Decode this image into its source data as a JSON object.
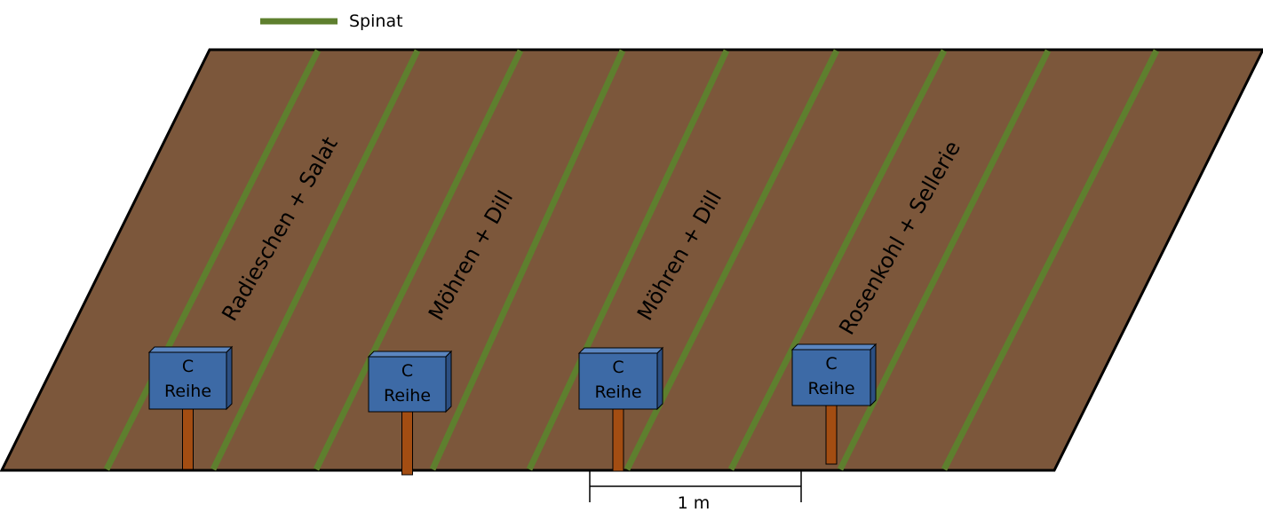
{
  "legend": {
    "label": "Spinat",
    "color": "#5e7f2e"
  },
  "bed": {
    "fill": "#7c573b",
    "stroke": "#000000"
  },
  "row_labels": [
    "Radieschen + Salat",
    "Möhren + Dill",
    "Möhren + Dill",
    "Rosenkohl + Sellerie"
  ],
  "signs": [
    {
      "letter": "C",
      "text": "Reihe"
    },
    {
      "letter": "C",
      "text": "Reihe"
    },
    {
      "letter": "C",
      "text": "Reihe"
    },
    {
      "letter": "C",
      "text": "Reihe"
    }
  ],
  "sign_colors": {
    "face": "#3d6aa6",
    "post": "#a34d12"
  },
  "scale": {
    "label": "1 m"
  }
}
